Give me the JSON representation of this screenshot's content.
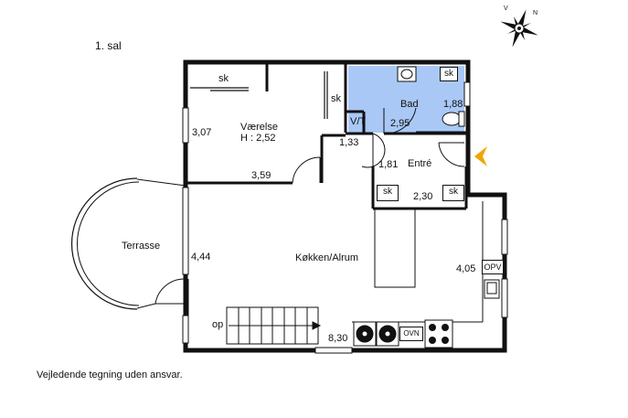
{
  "floor_label": "1. sal",
  "disclaimer": "Vejledende tegning uden ansvar.",
  "rooms": {
    "vaerelse": {
      "name": "Værelse",
      "height": "H : 2,52"
    },
    "bad": {
      "name": "Bad"
    },
    "entre": {
      "name": "Entré"
    },
    "koekken": {
      "name": "Køkken/Alrum"
    },
    "terrasse": {
      "name": "Terrasse"
    }
  },
  "dimensions": {
    "vaerelse_depth": "3,07",
    "vaerelse_width": "3,59",
    "bad_depth": "1,88",
    "bad_width": "2,95",
    "hall_gap": "1,33",
    "entre_depth": "1,81",
    "entre_width": "2,30",
    "koekken_left": "4,44",
    "koekken_right": "4,05",
    "koekken_width": "8,30"
  },
  "labels": {
    "sk": "sk",
    "vt": "V/T",
    "opv": "OPV",
    "ovn": "OVN",
    "stairs": "op"
  },
  "colors": {
    "wall": "#111111",
    "bathroom": "#a9c8f5",
    "entrance_arrow": "#f0a500"
  },
  "compass_letters": {
    "west": "V",
    "north": "N"
  }
}
